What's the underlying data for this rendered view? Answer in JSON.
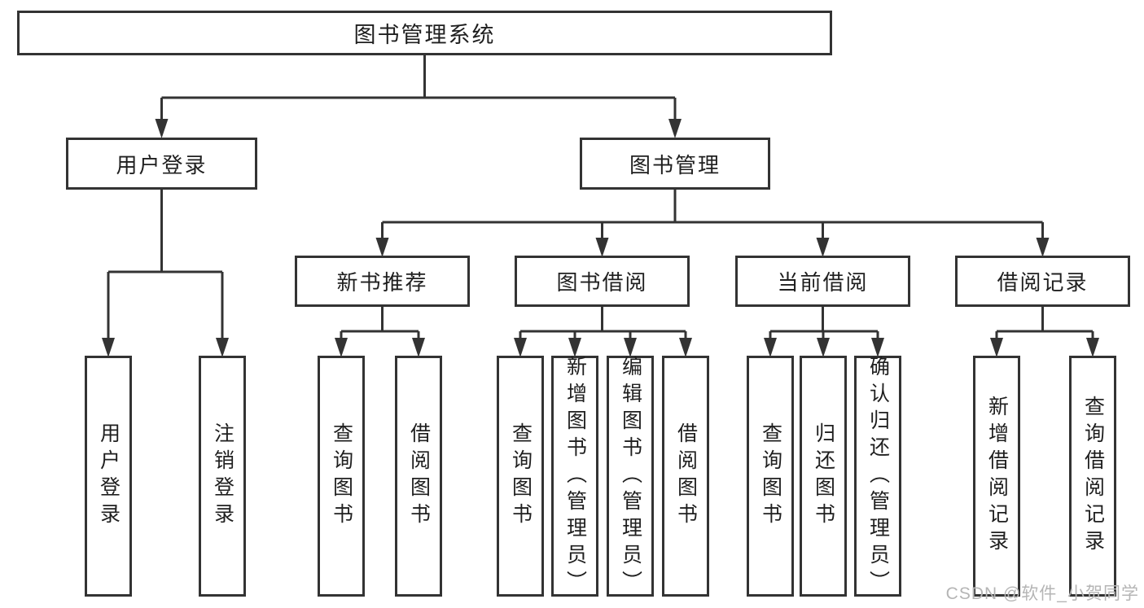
{
  "colors": {
    "line": "#333333",
    "box_border": "#333333",
    "box_background": "#ffffff",
    "text": "#1f1f1f",
    "watermark": "#b5b5b5"
  },
  "watermark": "CSDN @软件_小贺同学",
  "tree": {
    "label": "图书管理系统",
    "children": [
      {
        "label": "用户登录",
        "children": [
          {
            "label": "用户登录"
          },
          {
            "label": "注销登录"
          }
        ]
      },
      {
        "label": "图书管理",
        "children": [
          {
            "label": "新书推荐",
            "children": [
              {
                "label": "查询图书"
              },
              {
                "label": "借阅图书"
              }
            ]
          },
          {
            "label": "图书借阅",
            "children": [
              {
                "label": "查询图书"
              },
              {
                "label": "新增图书（管理员）"
              },
              {
                "label": "编辑图书（管理员）"
              },
              {
                "label": "借阅图书"
              }
            ]
          },
          {
            "label": "当前借阅",
            "children": [
              {
                "label": "查询图书"
              },
              {
                "label": "归还图书"
              },
              {
                "label": "确认归还（管理员）"
              }
            ]
          },
          {
            "label": "借阅记录",
            "children": [
              {
                "label": "新增借阅记录"
              },
              {
                "label": "查询借阅记录"
              }
            ]
          }
        ]
      }
    ]
  }
}
